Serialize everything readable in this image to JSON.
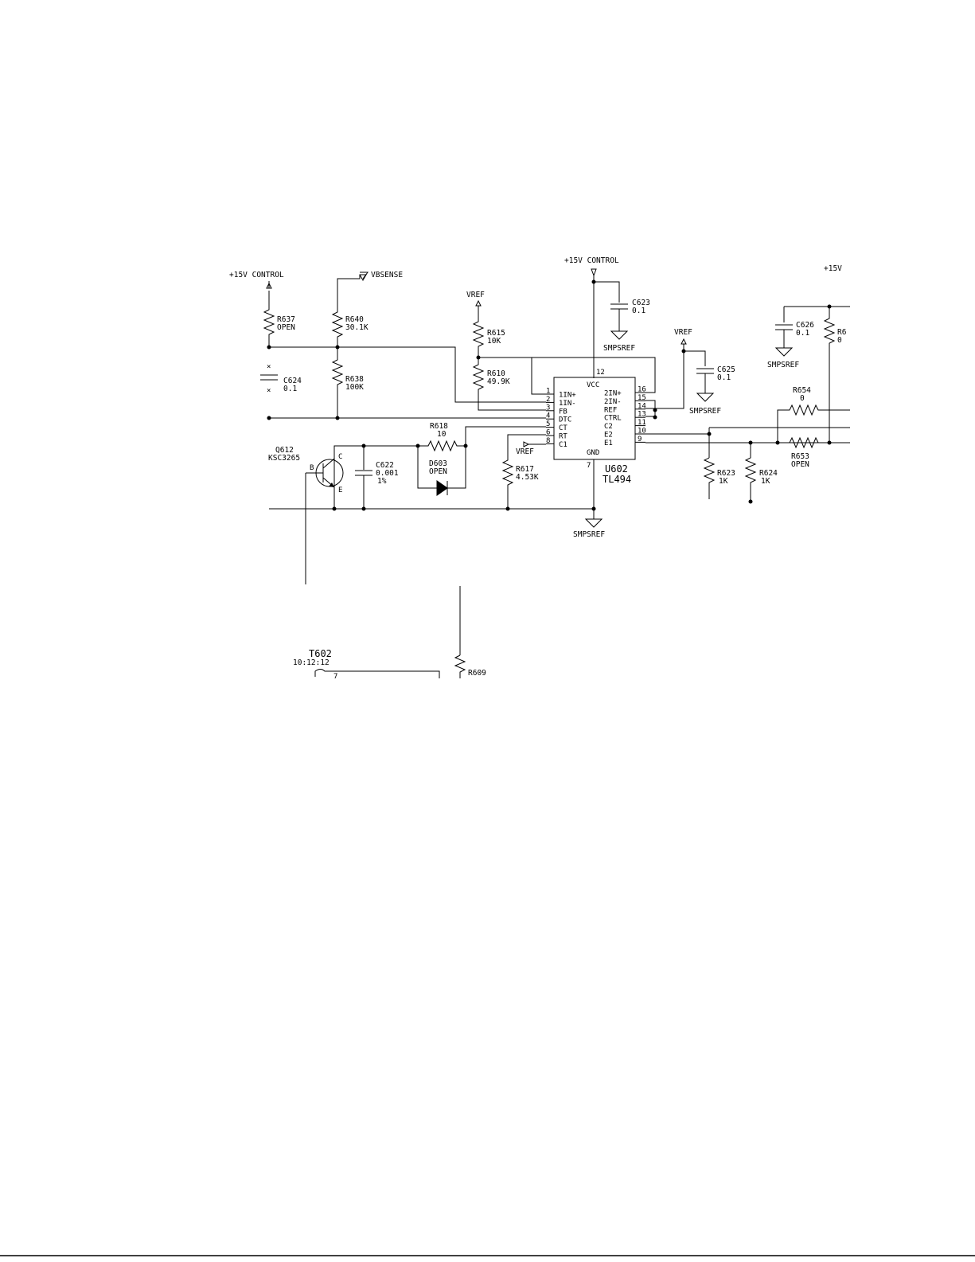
{
  "power": {
    "p15v_control_left": "+15V CONTROL",
    "p15v_control_top": "+15V CONTROL",
    "p15v_right": "+15V",
    "vbsense": "VBSENSE",
    "vref_a": "VREF",
    "vref_b": "VREF",
    "vref_c": "VREF",
    "smpsref_a": "SMPSREF",
    "smpsref_b": "SMPSREF",
    "smpsref_c": "SMPSREF",
    "smpsref_d": "SMPSREF"
  },
  "components": {
    "r637": {
      "ref": "R637",
      "value": "OPEN"
    },
    "r640": {
      "ref": "R640",
      "value": "30.1K"
    },
    "r638": {
      "ref": "R638",
      "value": "100K"
    },
    "c624": {
      "ref": "C624",
      "value": "0.1"
    },
    "r615": {
      "ref": "R615",
      "value": "10K"
    },
    "r610": {
      "ref": "R610",
      "value": "49.9K"
    },
    "c623": {
      "ref": "C623",
      "value": "0.1"
    },
    "c625": {
      "ref": "C625",
      "value": "0.1"
    },
    "c626": {
      "ref": "C626",
      "value": "0.1"
    },
    "r6x": {
      "ref": "R6",
      "value": "0"
    },
    "r654": {
      "ref": "R654",
      "value": "0"
    },
    "r653": {
      "ref": "R653",
      "value": "OPEN"
    },
    "r623": {
      "ref": "R623",
      "value": "1K"
    },
    "r624": {
      "ref": "R624",
      "value": "1K"
    },
    "r618": {
      "ref": "R618",
      "value": "10"
    },
    "d603": {
      "ref": "D603",
      "value": "OPEN"
    },
    "q612": {
      "ref": "Q612",
      "value": "KSC3265",
      "b": "B",
      "c": "C",
      "e": "E"
    },
    "c622": {
      "ref": "C622",
      "value": "0.001",
      "tol": "1%"
    },
    "r617": {
      "ref": "R617",
      "value": "4.53K"
    },
    "t602": {
      "ref": "T602",
      "value": "10:12:12",
      "pin": "7"
    },
    "r609": {
      "ref": "R609"
    }
  },
  "ic": {
    "ref": "U602",
    "part": "TL494",
    "vcc": "VCC",
    "gnd": "GND",
    "vcc_pin": "12",
    "gnd_pin": "7",
    "left_pins": [
      {
        "num": "1",
        "name": "1IN+"
      },
      {
        "num": "2",
        "name": "1IN-"
      },
      {
        "num": "3",
        "name": "FB"
      },
      {
        "num": "4",
        "name": "DTC"
      },
      {
        "num": "5",
        "name": "CT"
      },
      {
        "num": "6",
        "name": "RT"
      },
      {
        "num": "8",
        "name": "C1"
      }
    ],
    "right_pins": [
      {
        "num": "16",
        "name": "2IN+"
      },
      {
        "num": "15",
        "name": "2IN-"
      },
      {
        "num": "14",
        "name": "REF"
      },
      {
        "num": "13",
        "name": "CTRL"
      },
      {
        "num": "11",
        "name": "C2"
      },
      {
        "num": "10",
        "name": "E2"
      },
      {
        "num": "9",
        "name": "E1"
      }
    ]
  }
}
